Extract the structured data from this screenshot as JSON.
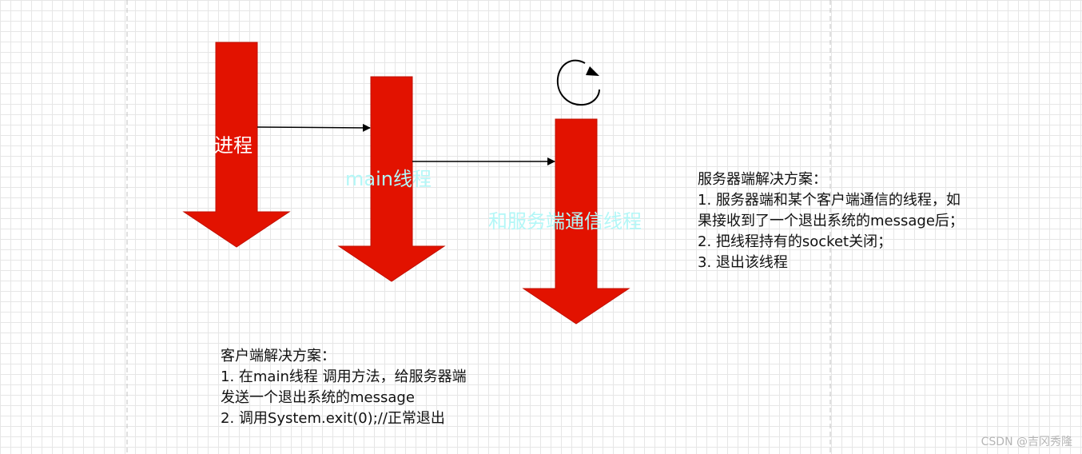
{
  "diagram": {
    "nodes": {
      "process": {
        "label": "进程",
        "color": "#e21200"
      },
      "main_thread": {
        "label": "main线程",
        "color": "#e21200"
      },
      "comm_thread": {
        "label": "和服务端通信线程",
        "color": "#e21200"
      }
    },
    "edges": [
      {
        "from": "process",
        "to": "main_thread"
      },
      {
        "from": "main_thread",
        "to": "comm_thread"
      }
    ],
    "loop_marker": {
      "icon": "loop-arrow-icon"
    }
  },
  "server_note": {
    "title": "服务器端解决方案：",
    "lines": [
      "1. 服务器端和某个客户端通信的线程，如",
      "果接收到了一个退出系统的message后；",
      "2. 把线程持有的socket关闭；",
      "3. 退出该线程"
    ]
  },
  "client_note": {
    "title": "客户端解决方案：",
    "lines": [
      "1. 在main线程 调用方法，给服务器端",
      "发送一个退出系统的message",
      "2. 调用System.exit(0);//正常退出"
    ]
  },
  "watermark": "CSDN @吉冈秀隆",
  "colors": {
    "arrow_fill": "#e21200",
    "label_cyan": "#b3f7f7",
    "guide_line": "#bcbcbc"
  }
}
